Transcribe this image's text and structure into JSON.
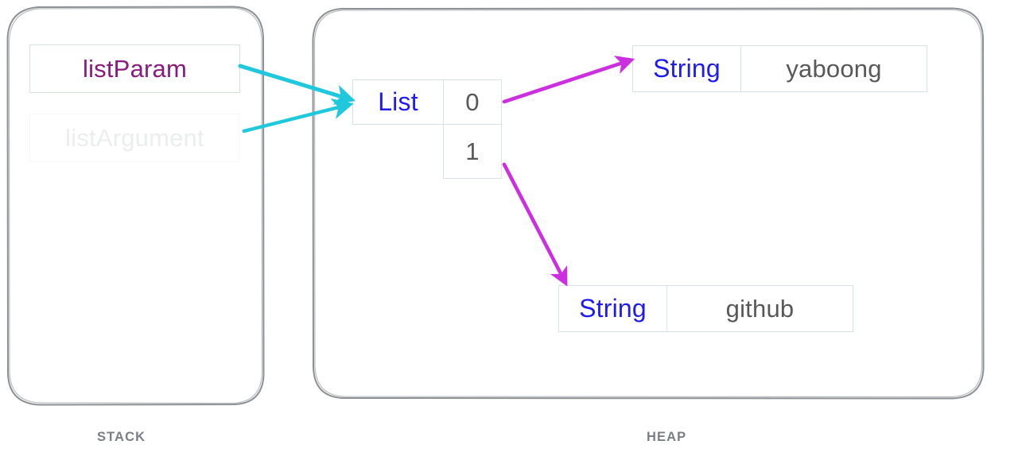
{
  "regions": {
    "stack": {
      "caption": "STACK",
      "border_color": "#8c9094"
    },
    "heap": {
      "caption": "HEAP",
      "border_color": "#8c9094"
    }
  },
  "stack": {
    "variables": [
      {
        "name": "listParam",
        "state": "active",
        "text_color": "#8b1a7e"
      },
      {
        "name": "listArgument",
        "state": "faded",
        "text_color": "#eceded"
      }
    ]
  },
  "heap": {
    "list_object": {
      "type_label": "List",
      "indices": [
        "0",
        "1"
      ]
    },
    "string_objects": [
      {
        "type_label": "String",
        "value": "yaboong"
      },
      {
        "type_label": "String",
        "value": "github"
      }
    ]
  },
  "arrows": {
    "reference_color": "#1fc8dd",
    "element_color": "#cc2fe0",
    "items": [
      {
        "from": "listParam",
        "to": "list-object",
        "style": "solid"
      },
      {
        "from": "listArgument",
        "to": "list-object",
        "style": "dotted"
      },
      {
        "from": "list-index-0",
        "to": "string-yaboong",
        "style": "solid"
      },
      {
        "from": "list-index-1",
        "to": "string-github",
        "style": "solid"
      }
    ]
  }
}
